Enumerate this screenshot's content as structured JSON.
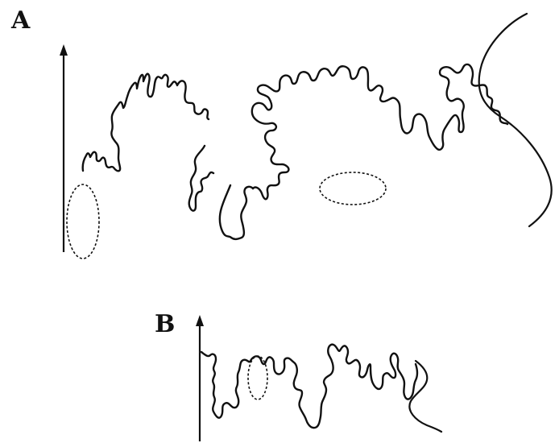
{
  "panels": [
    {
      "id": "A",
      "label": "A"
    },
    {
      "id": "B",
      "label": "B"
    }
  ],
  "colors": {
    "line": "#111111",
    "background": "#ffffff"
  }
}
